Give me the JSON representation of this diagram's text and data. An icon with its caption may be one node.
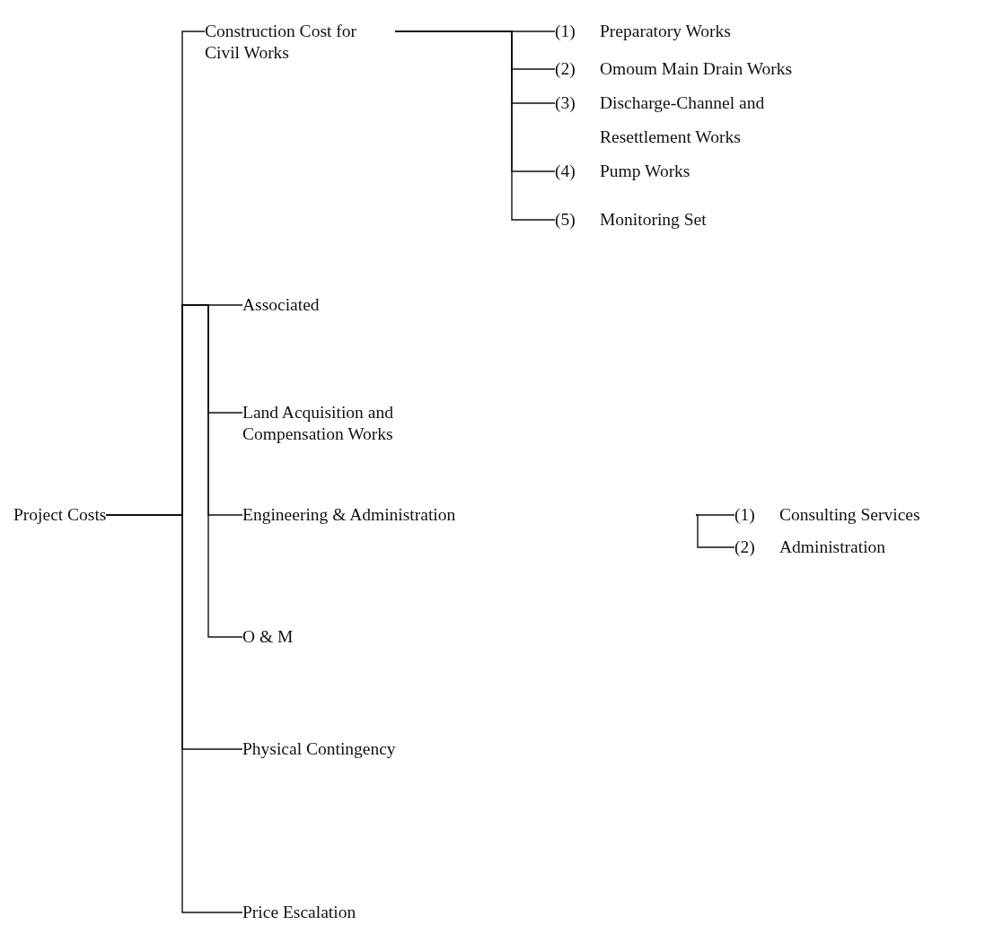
{
  "diagram": {
    "nodes": [
      {
        "text": [
          "Project Costs"
        ]
      },
      {
        "text": [
          "Construction Cost for Civil Works"
        ]
      },
      {
        "text": [
          "(1)",
          "Preparatory Works"
        ]
      },
      {
        "text": [
          "(2)",
          "Omoum Main Drain Works"
        ]
      },
      {
        "text": [
          "(3)",
          "Discharge-Channel and Resettlement Works"
        ]
      },
      {
        "text": [
          "(4)",
          "Pump Works"
        ]
      },
      {
        "text": [
          "(5)",
          "Monitoring Set"
        ]
      },
      {
        "text": [
          "Associated"
        ]
      },
      {
        "text": [
          "Land Acquisition and Compensation Works"
        ]
      },
      {
        "text": [
          "Engineering & Administration"
        ]
      },
      {
        "text": [
          "(1)",
          "Consulting Services"
        ]
      },
      {
        "text": [
          "(2)",
          "Administration"
        ]
      },
      {
        "text": [
          "O & M"
        ]
      },
      {
        "text": [
          "Physical Contingency"
        ]
      },
      {
        "text": [
          "Price Escalation"
        ]
      }
    ],
    "edges": [
      {
        "from": 0,
        "to": 1,
        "arrow": "none"
      },
      {
        "from": 1,
        "to": 2,
        "arrow": "none"
      },
      {
        "from": 1,
        "to": 3,
        "arrow": "none"
      },
      {
        "from": 1,
        "to": 4,
        "arrow": "none"
      },
      {
        "from": 1,
        "to": 5,
        "arrow": "none"
      },
      {
        "from": 1,
        "to": 6,
        "arrow": "none"
      },
      {
        "from": 0,
        "to": 7,
        "arrow": "none"
      },
      {
        "from": 0,
        "to": 8,
        "arrow": "none"
      },
      {
        "from": 0,
        "to": 9,
        "arrow": "none"
      },
      {
        "from": null,
        "to": 10,
        "arrow": "none"
      },
      {
        "from": null,
        "to": 11,
        "arrow": "none"
      },
      {
        "from": 0,
        "to": 12,
        "arrow": "none"
      },
      {
        "from": 0,
        "to": 13,
        "arrow": "none"
      },
      {
        "from": 0,
        "to": 14,
        "arrow": "none"
      }
    ]
  }
}
